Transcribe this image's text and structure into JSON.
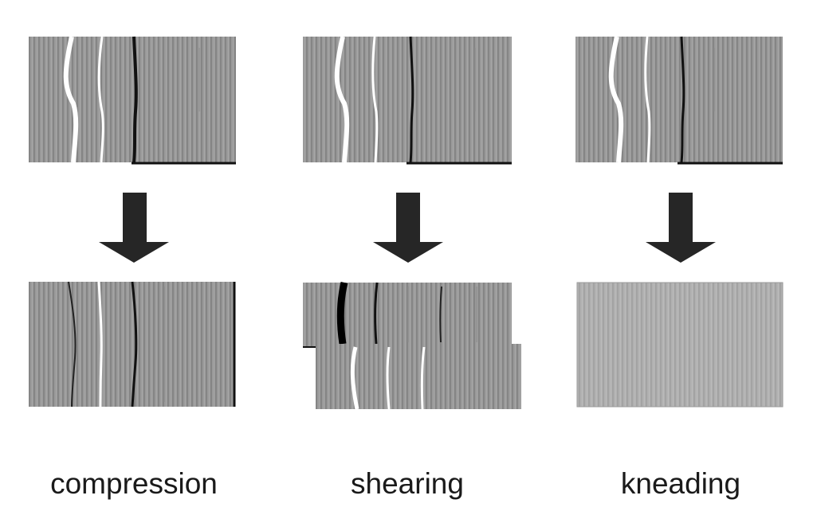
{
  "columns": [
    {
      "id": "compression",
      "label": "compression"
    },
    {
      "id": "shearing",
      "label": "shearing"
    },
    {
      "id": "kneading",
      "label": "kneading"
    }
  ],
  "colors": {
    "block_fill": "#9a9a9a",
    "block_fill_kneaded": "#b0b0b0",
    "stripe": "#7e7e7e",
    "stripe_light": "#a8a8a8",
    "white_line": "#ffffff",
    "black_line": "#111111",
    "arrow": "#262626",
    "text": "#1a1a1a"
  }
}
